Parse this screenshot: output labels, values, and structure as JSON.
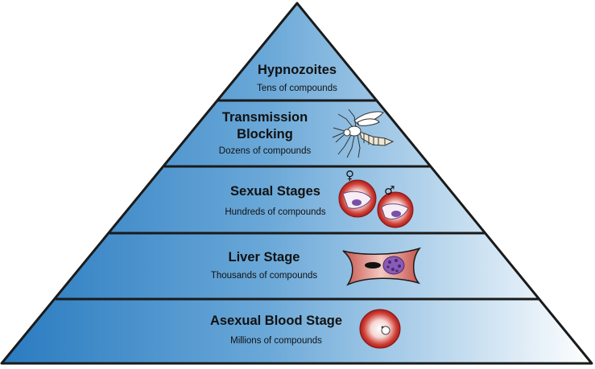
{
  "tiers": [
    {
      "title": "Hypnozoites",
      "subtitle": "Tens of compounds",
      "icon": "none"
    },
    {
      "title_line1": "Transmission",
      "title_line2": "Blocking",
      "subtitle": "Dozens of compounds",
      "icon": "mosquito-icon"
    },
    {
      "title": "Sexual Stages",
      "subtitle": "Hundreds of compounds",
      "icon": "gametocyte-cells-icon"
    },
    {
      "title": "Liver Stage",
      "subtitle": "Thousands of compounds",
      "icon": "hepatocyte-icon"
    },
    {
      "title": "Asexual Blood Stage",
      "subtitle": "Millions of compounds",
      "icon": "red-blood-cell-icon"
    }
  ],
  "symbols": {
    "female": "♀",
    "male": "♂"
  },
  "colors": {
    "gradient_dark": "#2a7bc0",
    "gradient_light": "#ffffff",
    "outline": "#1a1a1a",
    "rbc": "#c9302c",
    "parasite": "#7a4fa8"
  }
}
